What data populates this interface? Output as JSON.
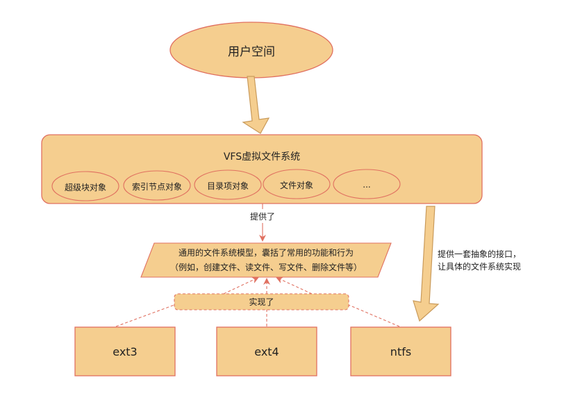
{
  "nodes": {
    "user_space": "用户空间",
    "vfs": "VFS虚拟文件系统",
    "superblock": "超级块对象",
    "inode": "索引节点对象",
    "dentry": "目录项对象",
    "file_object": "文件对象",
    "more": "...",
    "model_line1": "通用的文件系统模型，囊括了常用的功能和行为",
    "model_line2": "（例如，创建文件、读文件、写文件、删除文件等）",
    "implemented": "实现了",
    "ext3": "ext3",
    "ext4": "ext4",
    "ntfs": "ntfs"
  },
  "edges": {
    "provides": "提供了",
    "abstract_line1": "提供一套抽象的接口，",
    "abstract_line2": "让具体的文件系统实现"
  },
  "colors": {
    "fill": "#f5ce8f",
    "stroke": "#e07060",
    "arrow_stroke": "#c99a5a"
  }
}
